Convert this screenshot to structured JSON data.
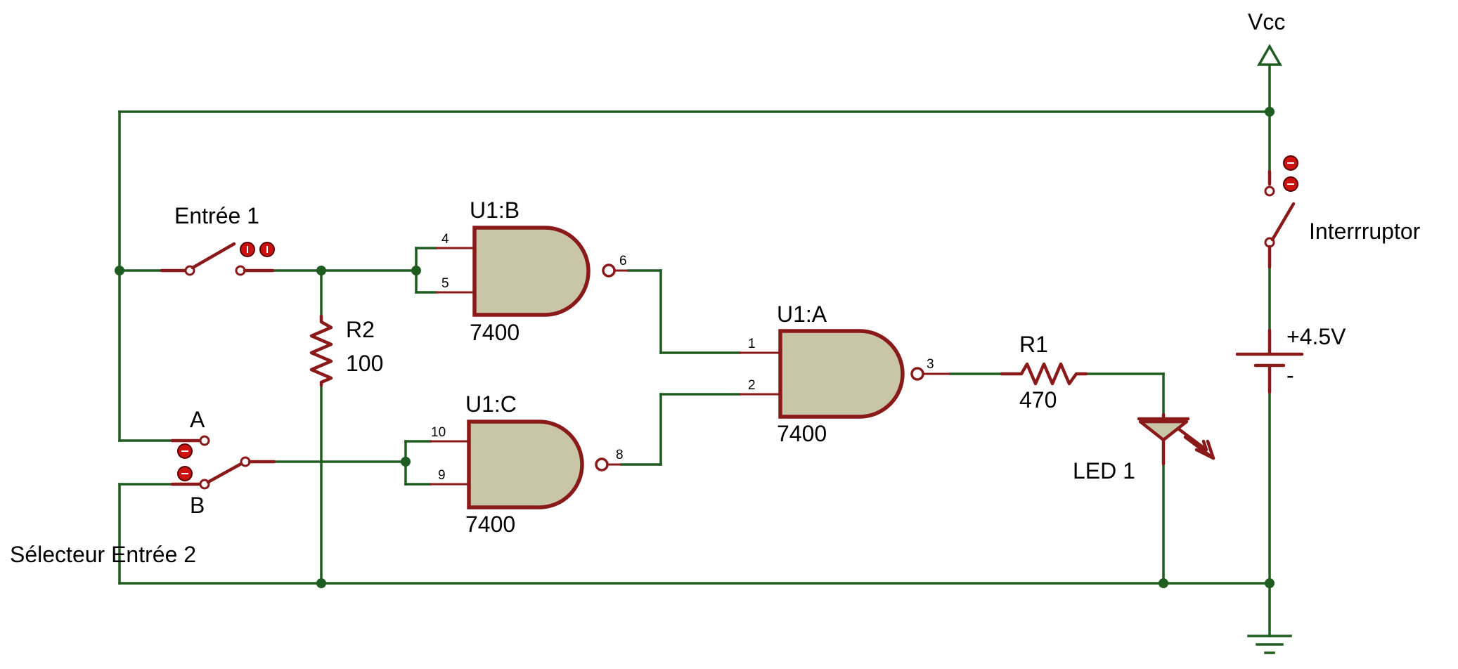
{
  "colors": {
    "wire": "#1f5c1f",
    "component": "#8a1a1a",
    "gate_fill": "#c8c6a7",
    "contact": "#cc1111"
  },
  "labels": {
    "vcc": "Vcc",
    "interrupteur": "Interrruptor",
    "battery_plus": "+4.5V",
    "battery_minus": "-",
    "entree1": "Entrée 1",
    "r2_name": "R2",
    "r2_value": "100",
    "selector_a": "A",
    "selector_b": "B",
    "selector_name": "Sélecteur Entrée 2",
    "u1b_name": "U1:B",
    "u1b_type": "7400",
    "u1c_name": "U1:C",
    "u1c_type": "7400",
    "u1a_name": "U1:A",
    "u1a_type": "7400",
    "r1_name": "R1",
    "r1_value": "470",
    "led_name": "LED 1"
  },
  "pins": {
    "u1b_in1": "4",
    "u1b_in2": "5",
    "u1b_out": "6",
    "u1c_in1": "10",
    "u1c_in2": "9",
    "u1c_out": "8",
    "u1a_in1": "1",
    "u1a_in2": "2",
    "u1a_out": "3"
  }
}
